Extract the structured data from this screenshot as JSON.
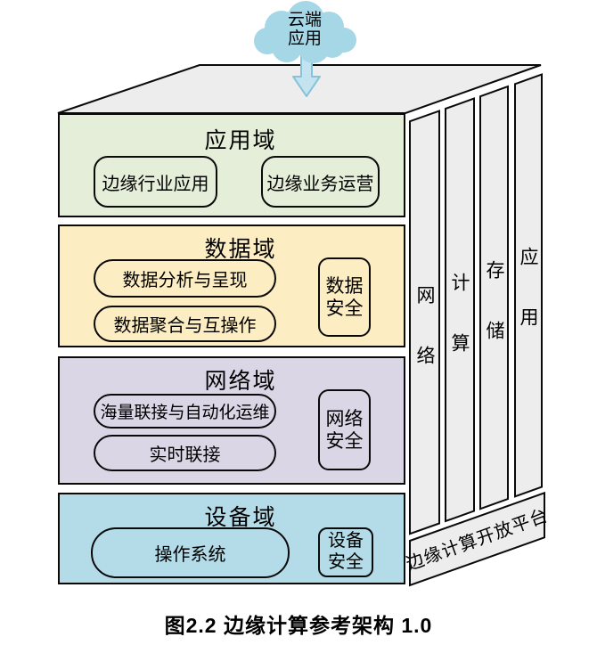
{
  "figure": {
    "caption": "图2.2 边缘计算参考架构 1.0"
  },
  "cloud": {
    "line1": "云端",
    "line2": "应用"
  },
  "domains": [
    {
      "title": "应用域",
      "boxes": [
        "边缘行业应用",
        "边缘业务运营"
      ]
    },
    {
      "title": "数据域",
      "boxes": [
        "数据分析与呈现",
        "数据聚合与互操作"
      ],
      "security": "数据安全"
    },
    {
      "title": "网络域",
      "boxes": [
        "海量联接与自动化运维",
        "实时联接"
      ],
      "security": "网络安全"
    },
    {
      "title": "设备域",
      "boxes": [
        "操作系统"
      ],
      "security": "设备安全"
    }
  ],
  "side_columns": [
    {
      "label": "网络"
    },
    {
      "label": "计算"
    },
    {
      "label": "存储"
    },
    {
      "label": "应用"
    }
  ],
  "platform": {
    "label": "边缘计算开放平台"
  },
  "colors": {
    "application_domain": "#e4eed8",
    "data_domain": "#fcedc2",
    "network_domain": "#dbd6e5",
    "device_domain": "#b3dce8",
    "cloud_fill": "#a5d7e6",
    "arrow_fill": "#c2e3ef",
    "arrow_stroke": "#88c3d9",
    "panel_gray": "#ededed",
    "outline": "#000000"
  }
}
